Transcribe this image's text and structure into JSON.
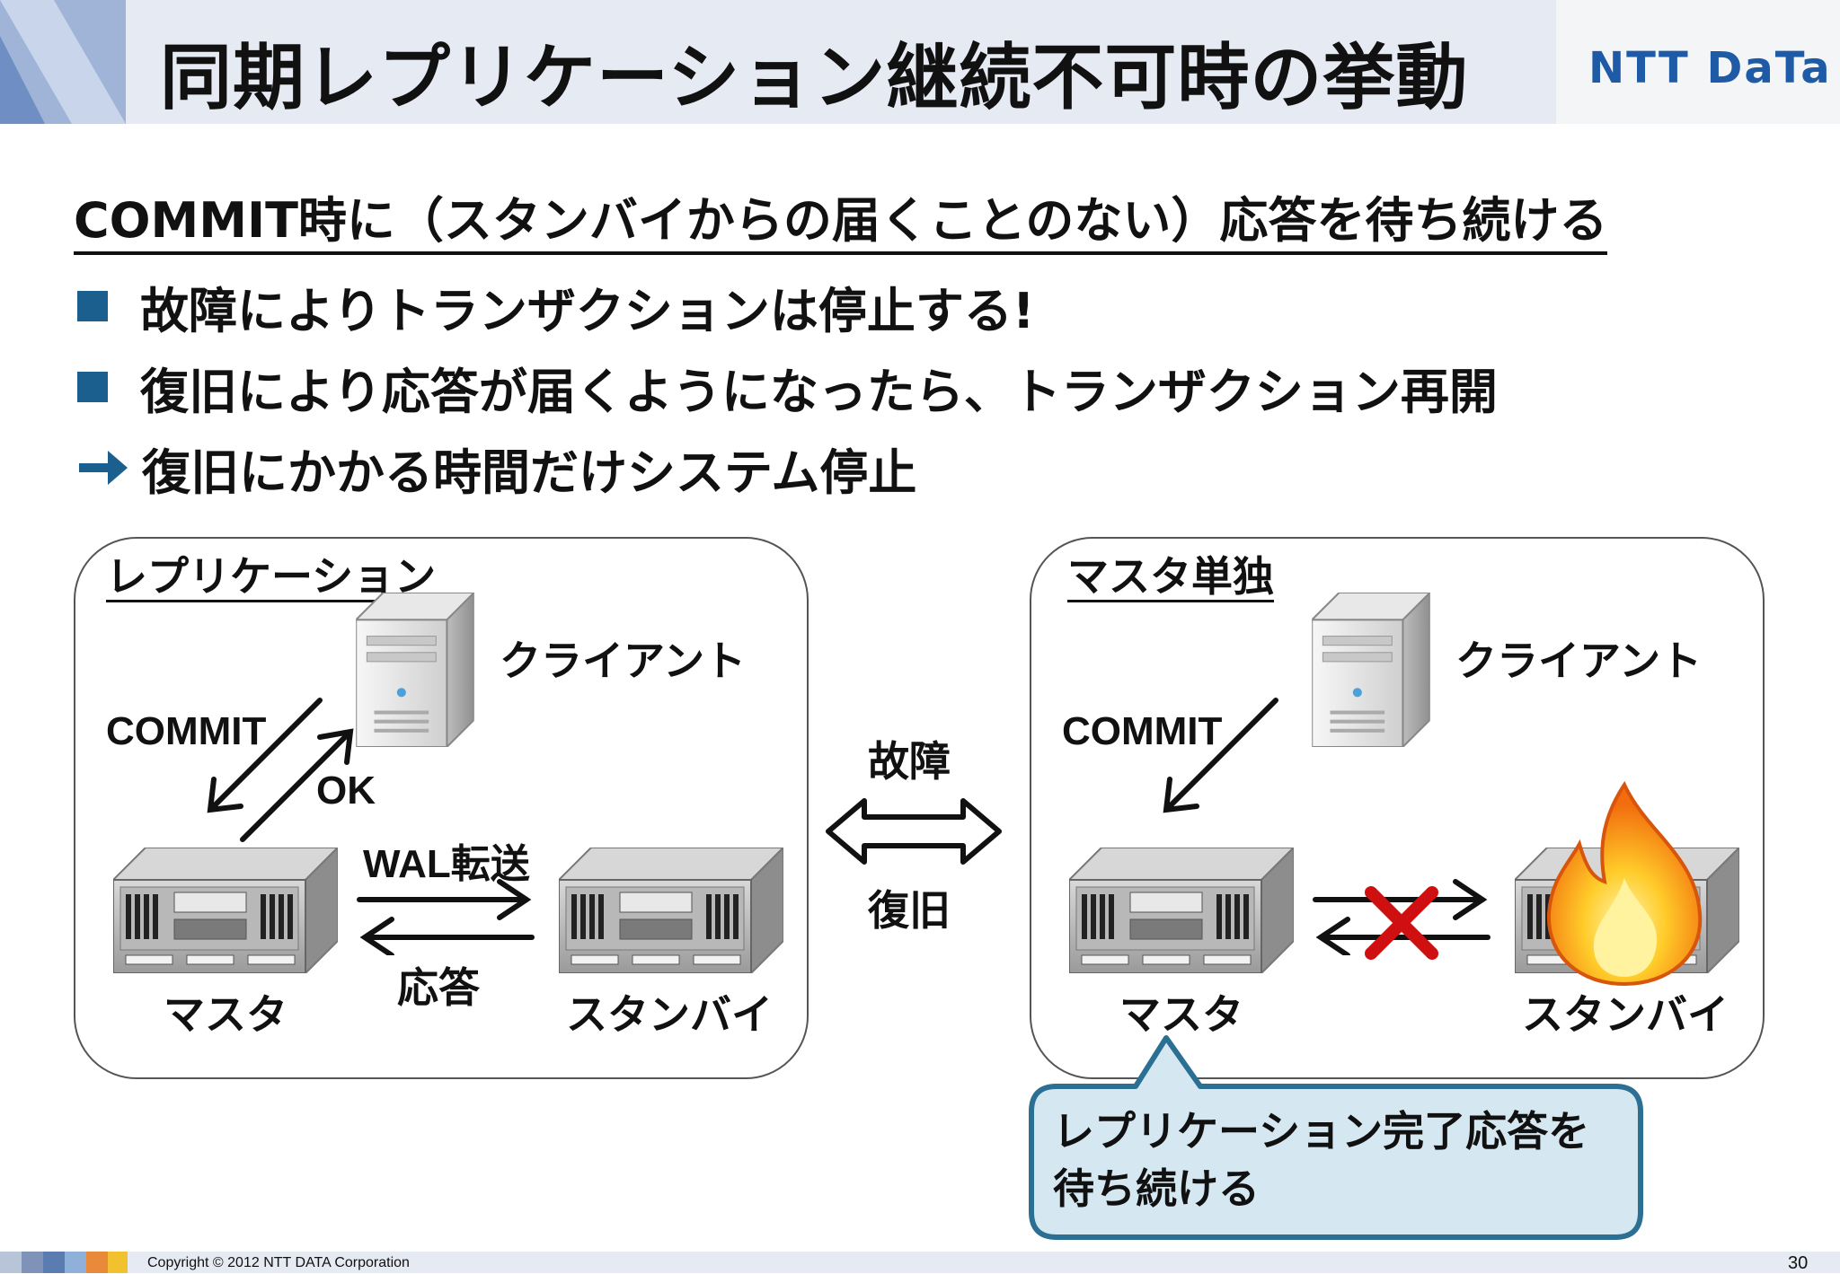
{
  "header": {
    "title": "同期レプリケーション継続不可時の挙動",
    "logo": "NTT DaTa"
  },
  "main": {
    "heading": "COMMIT時に（スタンバイからの届くことのない）応答を待ち続ける",
    "bullets": [
      "故障によりトランザクションは停止する!",
      "復旧により応答が届くようになったら、トランザクション再開"
    ],
    "conclusion": "復旧にかかる時間だけシステム停止"
  },
  "diagram": {
    "left_panel": {
      "title": "レプリケーション",
      "client_label": "クライアント",
      "commit_label": "COMMIT",
      "ok_label": "OK",
      "wal_label": "WAL転送",
      "response_label": "応答",
      "master_label": "マスタ",
      "standby_label": "スタンバイ"
    },
    "middle": {
      "failure_label": "故障",
      "recovery_label": "復旧"
    },
    "right_panel": {
      "title": "マスタ単独",
      "client_label": "クライアント",
      "commit_label": "COMMIT",
      "master_label": "マスタ",
      "standby_label": "スタンバイ"
    },
    "callout": {
      "line1": "レプリケーション完了応答を",
      "line2": "待ち続ける"
    }
  },
  "footer": {
    "copyright": "Copyright © 2012 NTT DATA Corporation",
    "page_number": "30"
  },
  "colors": {
    "accent": "#1b5f8e",
    "header_bg": "#e6eaf2",
    "logo": "#1f5aa6",
    "callout_fill": "#d5e8f2",
    "callout_border": "#2b6f93",
    "cross": "#d01010"
  },
  "icons": [
    "square-bullet-icon",
    "right-arrow-icon",
    "server-icon",
    "rack-server-icon",
    "fire-icon",
    "cross-icon",
    "double-arrow-icon"
  ]
}
